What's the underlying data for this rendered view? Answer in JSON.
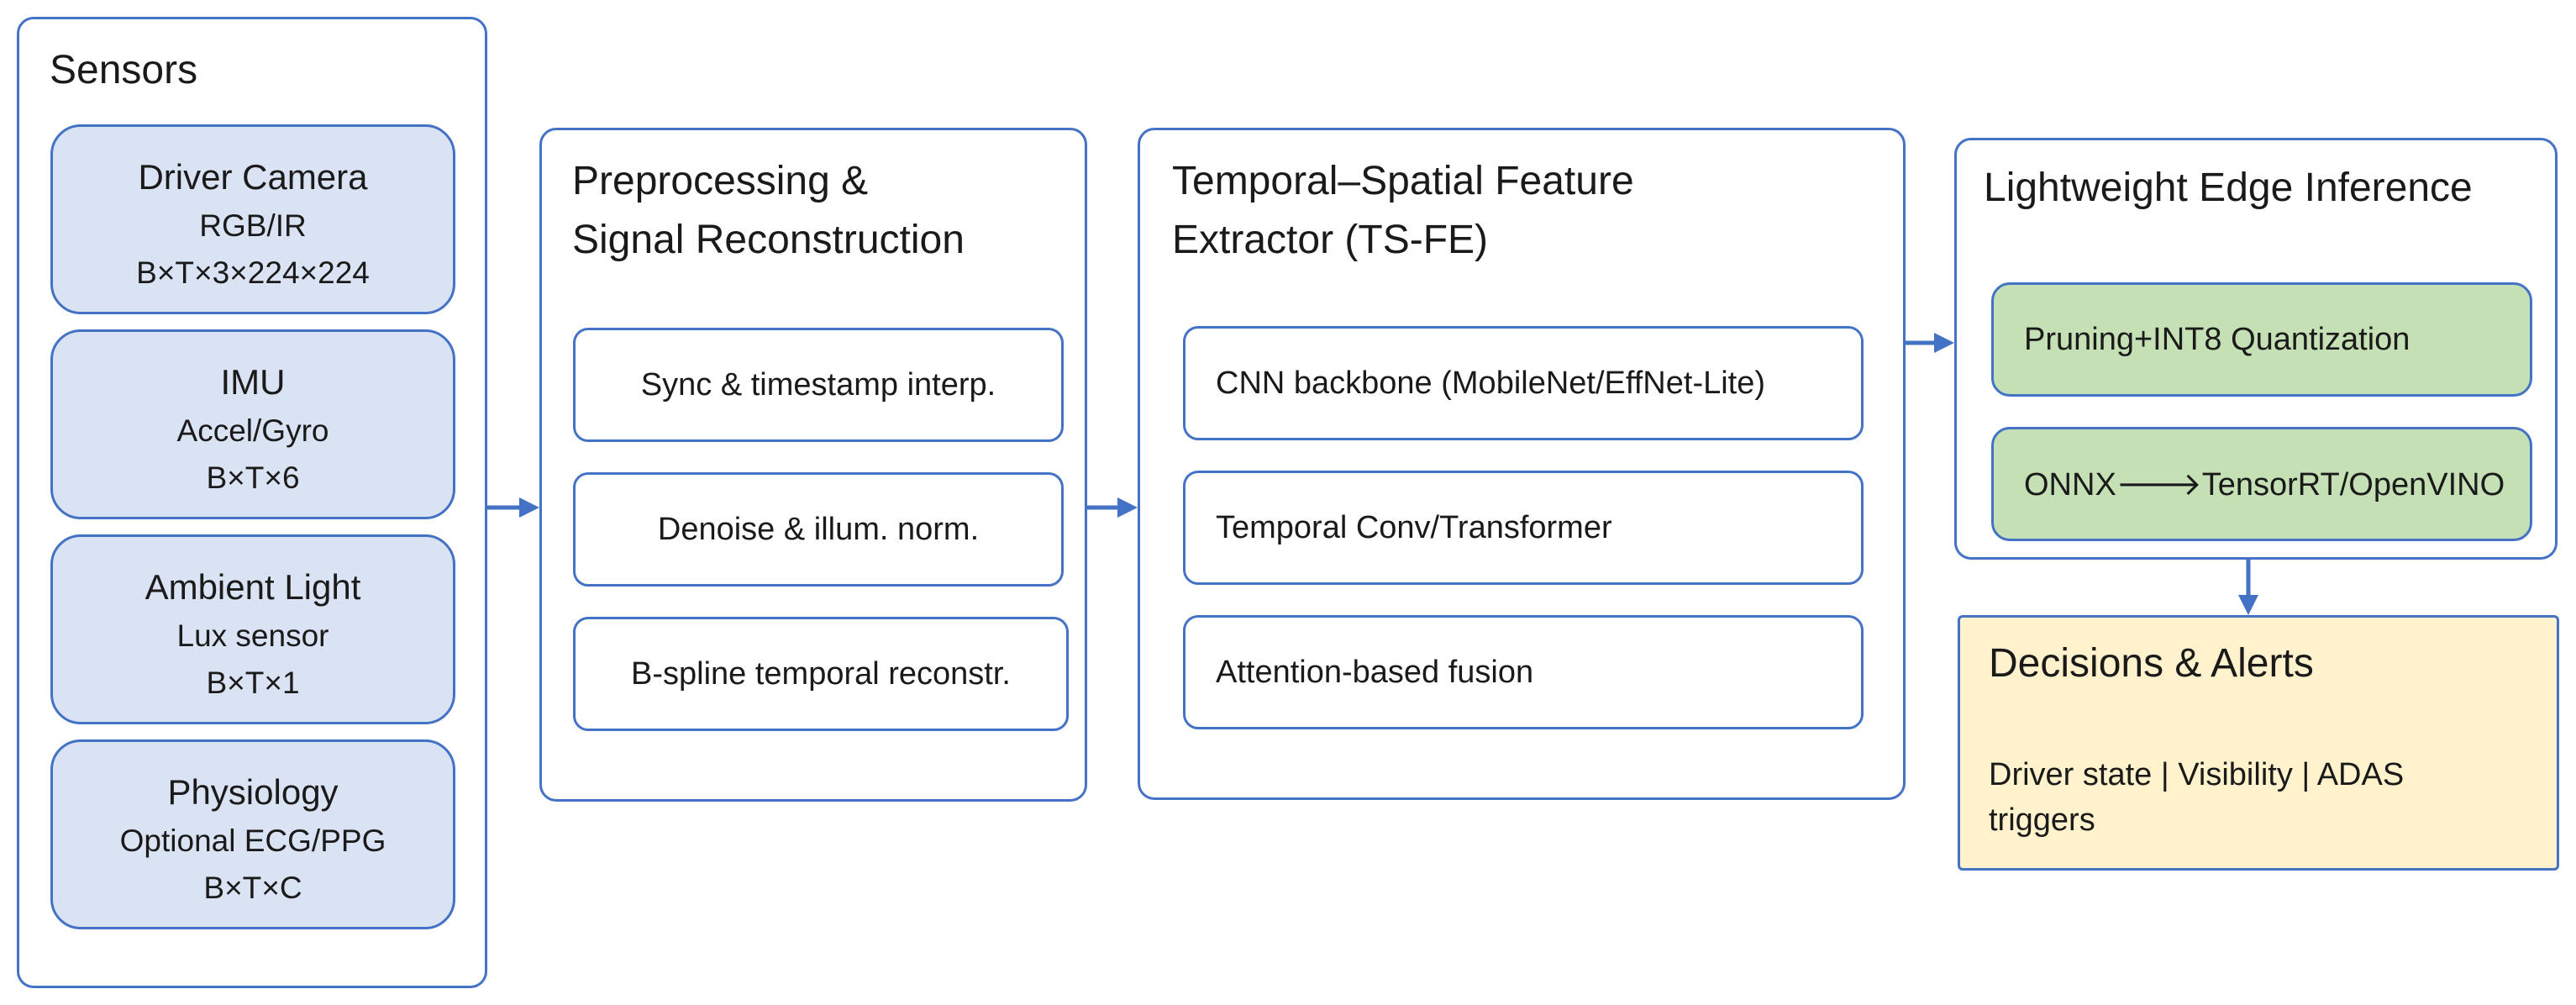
{
  "sensors": {
    "title": "Sensors",
    "items": [
      {
        "name": "Driver Camera",
        "sub": "RGB/IR",
        "shape": "B×T×3×224×224"
      },
      {
        "name": "IMU",
        "sub": "Accel/Gyro",
        "shape": "B×T×6"
      },
      {
        "name": "Ambient Light",
        "sub": "Lux sensor",
        "shape": "B×T×1"
      },
      {
        "name": "Physiology",
        "sub": "Optional ECG/PPG",
        "shape": "B×T×C"
      }
    ]
  },
  "preprocessing": {
    "title_line1": "Preprocessing &",
    "title_line2": "Signal Reconstruction",
    "steps": [
      "Sync & timestamp interp.",
      "Denoise & illum. norm.",
      "B-spline temporal reconstr."
    ]
  },
  "feature_extractor": {
    "title_line1": "Temporal–Spatial Feature",
    "title_line2": "Extractor (TS-FE)",
    "steps": [
      "CNN backbone (MobileNet/EffNet-Lite)",
      "Temporal Conv/Transformer",
      "Attention-based fusion"
    ]
  },
  "edge_inference": {
    "title": "Lightweight Edge Inference",
    "steps": [
      "Pruning+INT8 Quantization",
      "ONNX🡒TensorRT/OpenVINO"
    ]
  },
  "decisions": {
    "title": "Decisions & Alerts",
    "body_line1": "Driver state | Visibility | ADAS",
    "body_line2": "triggers"
  },
  "colors": {
    "border": "#4472c4",
    "sensor_fill": "#dae3f3",
    "inference_fill": "#c5e0b4",
    "decision_fill": "#fff2cc"
  }
}
